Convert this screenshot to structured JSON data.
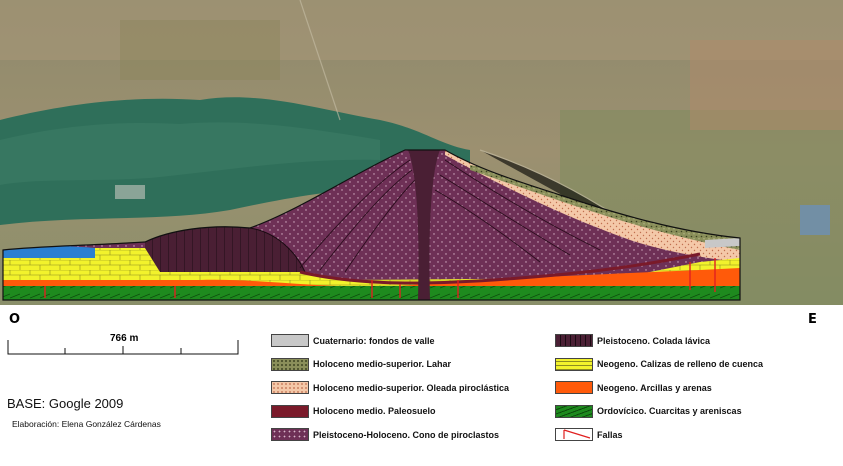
{
  "orientation": {
    "west": "O",
    "east": "E"
  },
  "scale": {
    "label": "766 m"
  },
  "base_note": "BASE: Google 2009",
  "credit": "Elaboración: Elena González Cárdenas",
  "colors": {
    "cuaternario": "#c8c8c8",
    "lahar": "#8a8f5a",
    "oleada": "#f4c8a8",
    "paleosuelo": "#7a1a2a",
    "cono": "#6e3056",
    "colada": "#4a1f34",
    "calizas": "#f2f22c",
    "arcillas": "#ff5a0a",
    "cuarcitas": "#1e8a1e",
    "fallas": "#e02020",
    "water": "#2f6f5a",
    "pond": "#2b7fd0"
  },
  "legend": {
    "left": [
      {
        "key": "cuaternario",
        "icon": "swatch-gray",
        "label": "Cuaternario: fondos de valle"
      },
      {
        "key": "lahar",
        "icon": "swatch-dotted-olive",
        "label": "Holoceno medio-superior. Lahar"
      },
      {
        "key": "oleada",
        "icon": "swatch-dotted-peach",
        "label": "Holoceno medio-superior. Oleada piroclástica"
      },
      {
        "key": "paleosuelo",
        "icon": "swatch-maroon",
        "label": "Holoceno medio. Paleosuelo"
      },
      {
        "key": "cono",
        "icon": "swatch-dotted-purple",
        "label": "Pleistoceno-Holoceno. Cono de piroclastos"
      }
    ],
    "right": [
      {
        "key": "colada",
        "icon": "swatch-columnar",
        "label": "Pleistoceno. Colada lávica"
      },
      {
        "key": "calizas",
        "icon": "swatch-brick",
        "label": "Neogeno. Calizas de relleno de cuenca"
      },
      {
        "key": "arcillas",
        "icon": "swatch-orange",
        "label": "Neogeno. Arcillas y arenas"
      },
      {
        "key": "cuarcitas",
        "icon": "swatch-hatched-green",
        "label": "Ordovícico. Cuarcitas y areniscas"
      },
      {
        "key": "fallas",
        "icon": "fault-line-icon",
        "label": "Fallas"
      }
    ]
  }
}
